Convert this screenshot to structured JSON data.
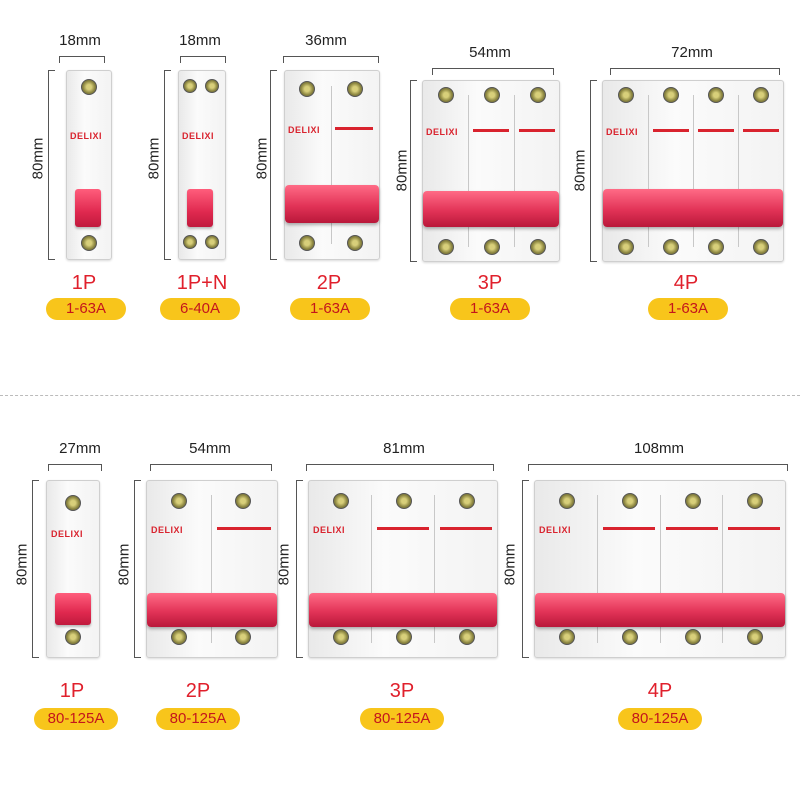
{
  "brand": "DELIXI",
  "colors": {
    "accent_red": "#e0202c",
    "badge_yellow": "#f8c51b",
    "handle_pink": "#e0294f"
  },
  "height_label": "80mm",
  "top_row": [
    {
      "width": "18mm",
      "poles": "1P",
      "rating": "1-63A"
    },
    {
      "width": "18mm",
      "poles": "1P+N",
      "rating": "6-40A"
    },
    {
      "width": "36mm",
      "poles": "2P",
      "rating": "1-63A"
    },
    {
      "width": "54mm",
      "poles": "3P",
      "rating": "1-63A"
    },
    {
      "width": "72mm",
      "poles": "4P",
      "rating": "1-63A"
    }
  ],
  "bottom_row": [
    {
      "width": "27mm",
      "poles": "1P",
      "rating": "80-125A"
    },
    {
      "width": "54mm",
      "poles": "2P",
      "rating": "80-125A"
    },
    {
      "width": "81mm",
      "poles": "3P",
      "rating": "80-125A"
    },
    {
      "width": "108mm",
      "poles": "4P",
      "rating": "80-125A"
    }
  ]
}
